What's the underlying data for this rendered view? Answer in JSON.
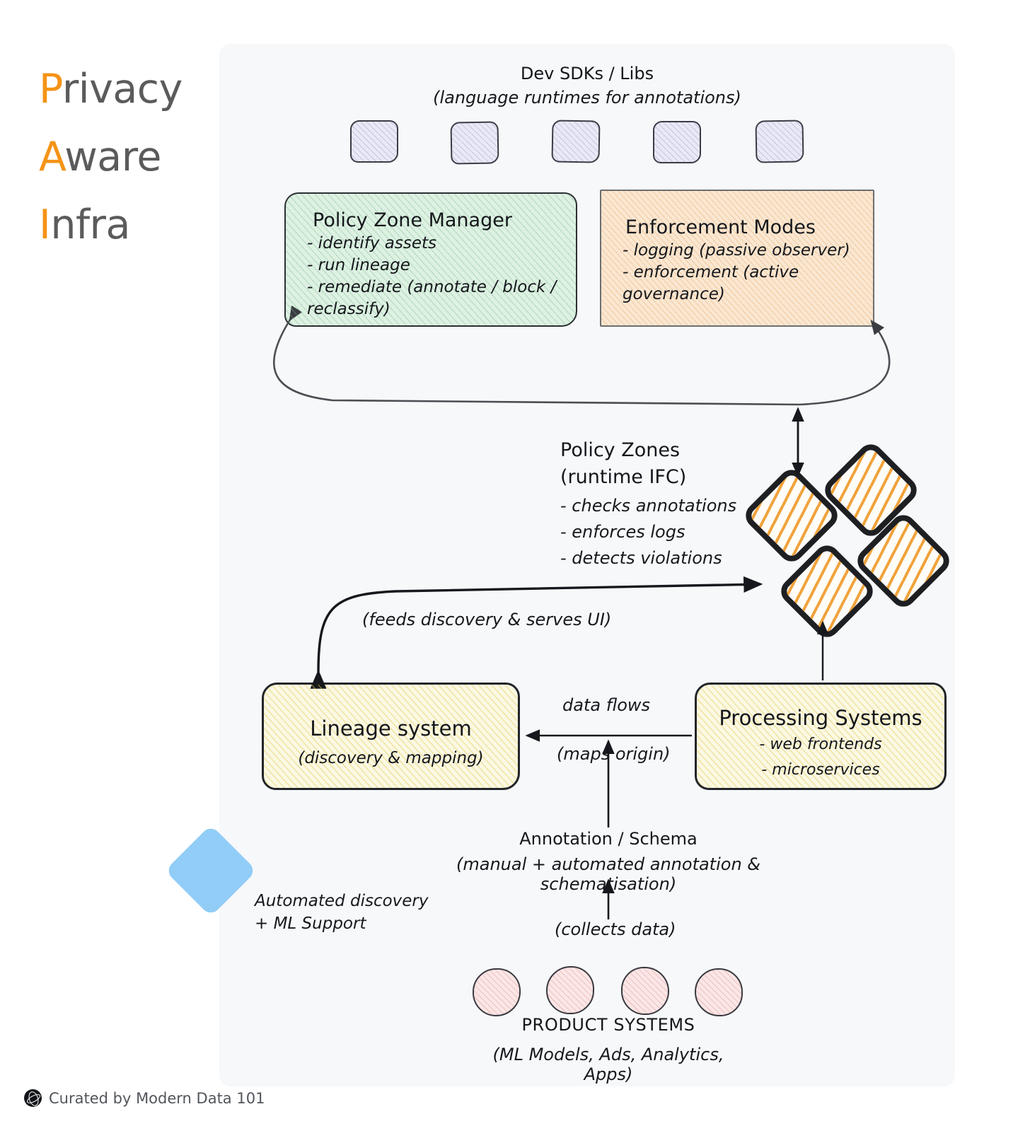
{
  "title": {
    "lines": [
      {
        "initial": "P",
        "rest": "rivacy"
      },
      {
        "initial": "A",
        "rest": "ware"
      },
      {
        "initial": "I",
        "rest": "nfra"
      }
    ],
    "accent_color": "#f59316",
    "text_color": "#5b5b5b"
  },
  "sdk": {
    "label": "Dev SDKs / Libs",
    "sublabel": "(language runtimes for annotations)",
    "count": 5,
    "fill": "#e9e9f6"
  },
  "policy_zone_manager": {
    "title": "Policy Zone Manager",
    "items": [
      "- identify assets",
      "- run lineage",
      "- remediate (annotate / block / reclassify)"
    ],
    "fill": "#ddf1e2"
  },
  "enforcement_modes": {
    "title": "Enforcement Modes",
    "items": [
      "- logging (passive observer)",
      "- enforcement (active governance)"
    ],
    "fill": "#fae7d1"
  },
  "policy_zones": {
    "title": "Policy Zones",
    "subtitle": "(runtime IFC)",
    "items": [
      "- checks annotations",
      "- enforces logs",
      "- detects violations"
    ],
    "tile_count": 4,
    "stripe_color": "#f0a33c"
  },
  "lineage_system": {
    "title": "Lineage system",
    "subtitle": "(discovery & mapping)",
    "fill": "#fbf8e3"
  },
  "processing_systems": {
    "title": "Processing Systems",
    "items": [
      "- web frontends",
      "- microservices"
    ],
    "fill": "#fbf8e3"
  },
  "edges": {
    "feeds_discovery": "(feeds discovery & serves UI)",
    "data_flows": "data flows",
    "maps_origin": "(maps origin)",
    "collects_data": "(collects data)"
  },
  "annotation": {
    "label": "Annotation / Schema",
    "sublabel": "(manual + automated annotation & schematisation)"
  },
  "automated_discovery": {
    "line1": "Automated discovery",
    "line2": "+ ML Support",
    "marker_color": "#91cdf7"
  },
  "product_systems": {
    "label": "PRODUCT SYSTEMS",
    "sublabel": "(ML Models, Ads, Analytics, Apps)",
    "count": 4,
    "fill": "#fbe6e6"
  },
  "footer": {
    "text": "Curated by Modern Data 101",
    "logo": "globe-icon"
  }
}
